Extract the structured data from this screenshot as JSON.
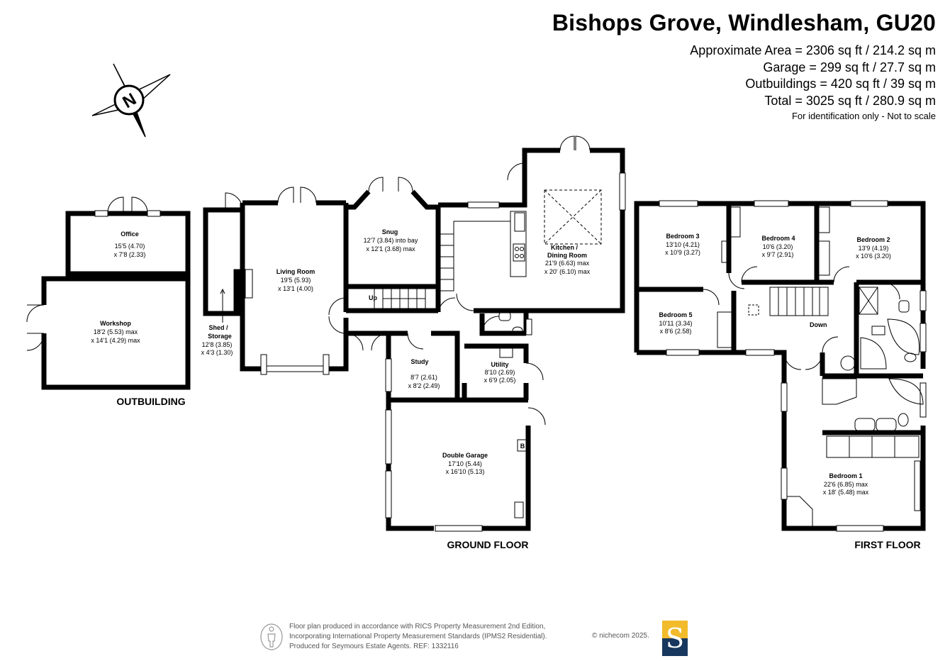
{
  "title": "Bishops Grove, Windlesham, GU20",
  "areas": {
    "approx": "Approximate Area = 2306 sq ft / 214.2 sq m",
    "garage": "Garage = 299 sq ft / 27.7 sq m",
    "outbuildings": "Outbuildings = 420 sq ft / 39 sq m",
    "total": "Total = 3025 sq ft / 280.9 sq m",
    "note": "For identification only - Not to scale"
  },
  "compass": {
    "letter": "N",
    "icon": "compass-north-icon"
  },
  "floors": {
    "outbuilding": "OUTBUILDING",
    "ground": "GROUND FLOOR",
    "first": "FIRST FLOOR"
  },
  "rooms": {
    "office": {
      "name": "Office",
      "dim1": "15'5 (4.70)",
      "dim2": "x 7'8 (2.33)"
    },
    "workshop": {
      "name": "Workshop",
      "dim1": "18'2 (5.53) max",
      "dim2": "x 14'1 (4.29) max"
    },
    "shed": {
      "name1": "Shed /",
      "name2": "Storage",
      "dim1": "12'8 (3.85)",
      "dim2": "x 4'3 (1.30)"
    },
    "living": {
      "name": "Living Room",
      "dim1": "19'5 (5.93)",
      "dim2": "x 13'1 (4.00)"
    },
    "snug": {
      "name": "Snug",
      "dim1": "12'7 (3.84) into bay",
      "dim2": "x 12'1 (3.68) max"
    },
    "kitchen": {
      "name1": "Kitchen /",
      "name2": "Dining Room",
      "dim1": "21'9 (6.63) max",
      "dim2": "x 20' (6.10) max"
    },
    "study": {
      "name": "Study",
      "dim1": "8'7 (2.61)",
      "dim2": "x 8'2 (2.49)"
    },
    "utility": {
      "name": "Utility",
      "dim1": "8'10 (2.69)",
      "dim2": "x 6'9 (2.05)"
    },
    "garage": {
      "name": "Double Garage",
      "dim1": "17'10 (5.44)",
      "dim2": "x 16'10 (5.13)",
      "boiler": "B"
    },
    "bed3": {
      "name": "Bedroom 3",
      "dim1": "13'10 (4.21)",
      "dim2": "x 10'9 (3.27)"
    },
    "bed4": {
      "name": "Bedroom 4",
      "dim1": "10'6 (3.20)",
      "dim2": "x 9'7 (2.91)"
    },
    "bed2": {
      "name": "Bedroom 2",
      "dim1": "13'9 (4.19)",
      "dim2": "x 10'6 (3.20)"
    },
    "bed5": {
      "name": "Bedroom 5",
      "dim1": "10'11 (3.34)",
      "dim2": "x 8'6 (2.58)"
    },
    "bed1": {
      "name": "Bedroom 1",
      "dim1": "22'6 (6.85) max",
      "dim2": "x 18' (5.48) max"
    }
  },
  "stairs": {
    "up": "Up",
    "down": "Down"
  },
  "footer": {
    "line1": "Floor plan produced in accordance with RICS Property Measurement 2nd Edition,",
    "line2": "Incorporating International Property Measurement Standards (IPMS2 Residential).",
    "line3": "Produced for Seymours Estate Agents.   REF: 1332116",
    "brand": "© nichecom 2025.",
    "logo_letter": "S"
  },
  "colors": {
    "wall": "#000000",
    "logo_gold": "#f2bb2b",
    "logo_navy": "#17375e"
  }
}
